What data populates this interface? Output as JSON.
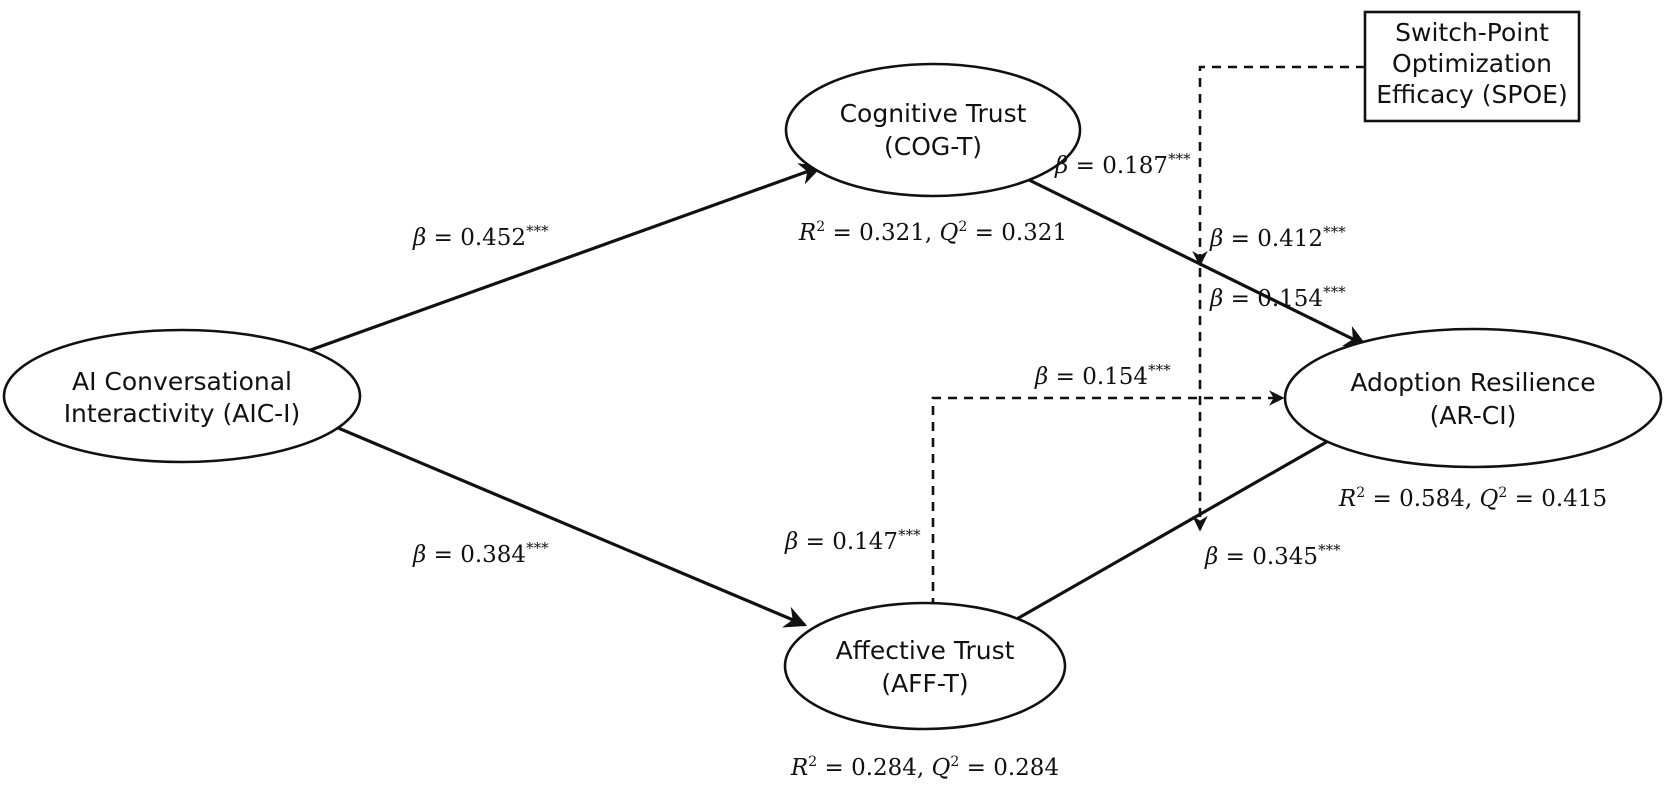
{
  "nodes": {
    "aici": {
      "line1": "AI Conversational",
      "line2": "Interactivity (AIC-I)"
    },
    "cogt": {
      "line1": "Cognitive Trust",
      "line2": "(COG-T)"
    },
    "afft": {
      "line1": "Affective Trust",
      "line2": "(AFF-T)"
    },
    "arci": {
      "line1": "Adoption Resilience",
      "line2": "(AR-CI)"
    },
    "spoe": {
      "line1": "Switch-Point",
      "line2": "Optimization",
      "line3": "Efficacy (SPOE)"
    }
  },
  "paths": {
    "aici_cogt": {
      "symbol": "β",
      "value": "0.452",
      "sig": "***"
    },
    "aici_afft": {
      "symbol": "β",
      "value": "0.384",
      "sig": "***"
    },
    "cogt_arci": {
      "symbol": "β",
      "value": "0.187",
      "sig": "***"
    },
    "afft_arci": {
      "symbol": "β",
      "value": "0.345",
      "sig": "***"
    },
    "afft_dashed": {
      "symbol": "β",
      "value": "0.147",
      "sig": "***"
    },
    "dashed_to_arci": {
      "symbol": "β",
      "value": "0.154",
      "sig": "***"
    },
    "spoe_cog": {
      "symbol": "β",
      "value": "0.412",
      "sig": "***"
    },
    "spoe_mid": {
      "symbol": "β",
      "value": "0.154",
      "sig": "***"
    }
  },
  "fit": {
    "cogt": {
      "r2": "0.321",
      "q2": "0.321"
    },
    "afft": {
      "r2": "0.284",
      "q2": "0.284"
    },
    "arci": {
      "r2": "0.584",
      "q2": "0.415"
    }
  }
}
